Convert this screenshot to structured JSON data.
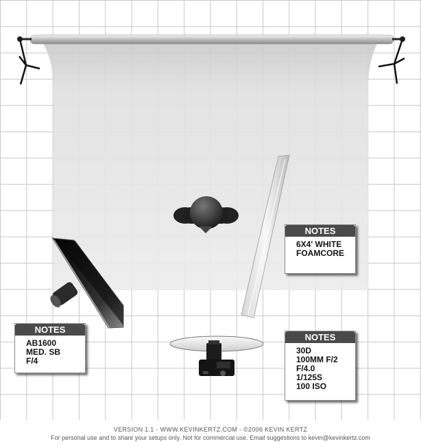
{
  "notes": [
    {
      "header": "NOTES",
      "lines": [
        "6X4' WHITE",
        "FOAMCORE"
      ]
    },
    {
      "header": "NOTES",
      "lines": [
        "AB1600",
        "MED. SB",
        "F/4"
      ]
    },
    {
      "header": "NOTES",
      "lines": [
        "30D",
        "100MM F/2",
        "F/4.0",
        "1/125S",
        "100 ISO"
      ]
    }
  ],
  "footer": {
    "line1": "VERSION 1.1  -  WWW.KEVINKERTZ.COM  -  ©2006 KEVIN KERTZ",
    "line2": "For personal use and to share your setups only. Not for commercial use.  Email suggestions to kevin@kevinkertz.com"
  },
  "colors": {
    "backdrop": "#e4e4e4",
    "grid": "#9a9a9a",
    "notes_header": "#4a4a4a",
    "dark_equipment": "#1a1a1a"
  },
  "icons": [
    "backdrop-stand-icon",
    "subject-icon",
    "softbox-icon",
    "foamcore-icon",
    "camera-icon",
    "table-icon"
  ]
}
